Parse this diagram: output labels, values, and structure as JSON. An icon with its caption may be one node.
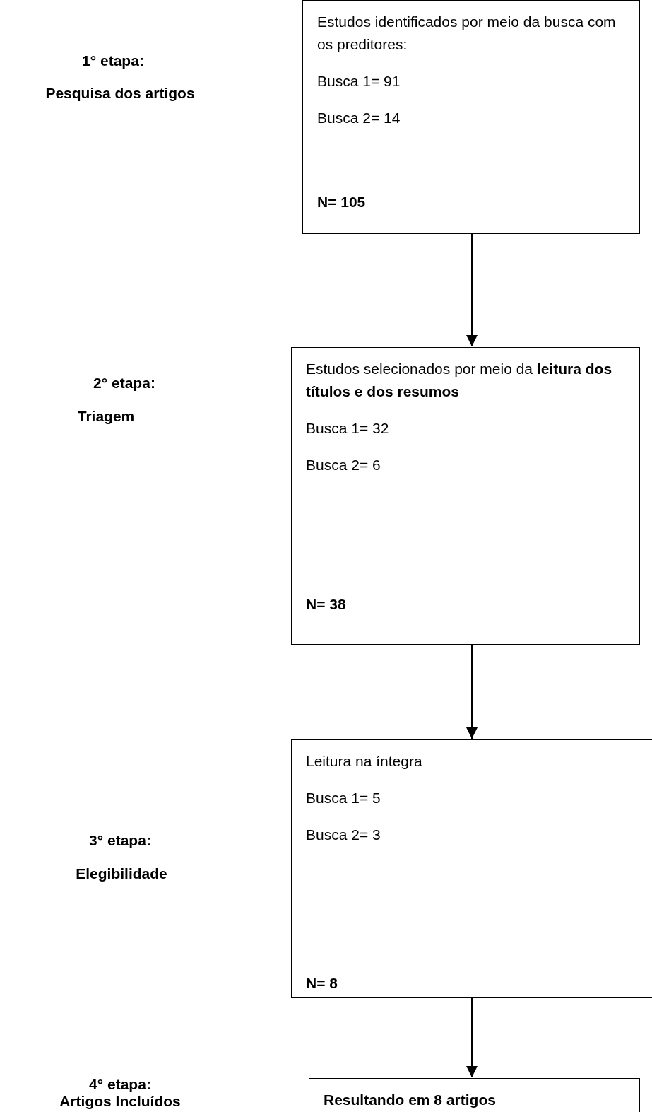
{
  "diagram": {
    "nodes": [
      {
        "text": [
          "Estudos identificados por meio da busca com os preditores:",
          "Busca 1= 91",
          "Busca 2= 14",
          "N= 105"
        ]
      },
      {
        "text": [
          "Estudos selecionados por meio da **leitura dos títulos e dos resumos**",
          "Busca 1= 32",
          "Busca 2= 6",
          "N= 38"
        ]
      },
      {
        "text": [
          "Leitura na íntegra",
          "Busca 1= 5",
          "Busca 2= 3",
          "N= 8"
        ]
      },
      {
        "text": [
          "Resultando em 8 artigos"
        ]
      }
    ],
    "edges": [
      {
        "from": 0,
        "to": 1,
        "arrow": "to"
      },
      {
        "from": 1,
        "to": 2,
        "arrow": "to"
      },
      {
        "from": 2,
        "to": 3,
        "arrow": "to"
      }
    ],
    "labels": [
      "1° etapa:",
      "Pesquisa dos artigos",
      "2° etapa:",
      "Triagem",
      "3° etapa:",
      "Elegibilidade",
      "4° etapa:",
      "Artigos Incluídos"
    ]
  }
}
